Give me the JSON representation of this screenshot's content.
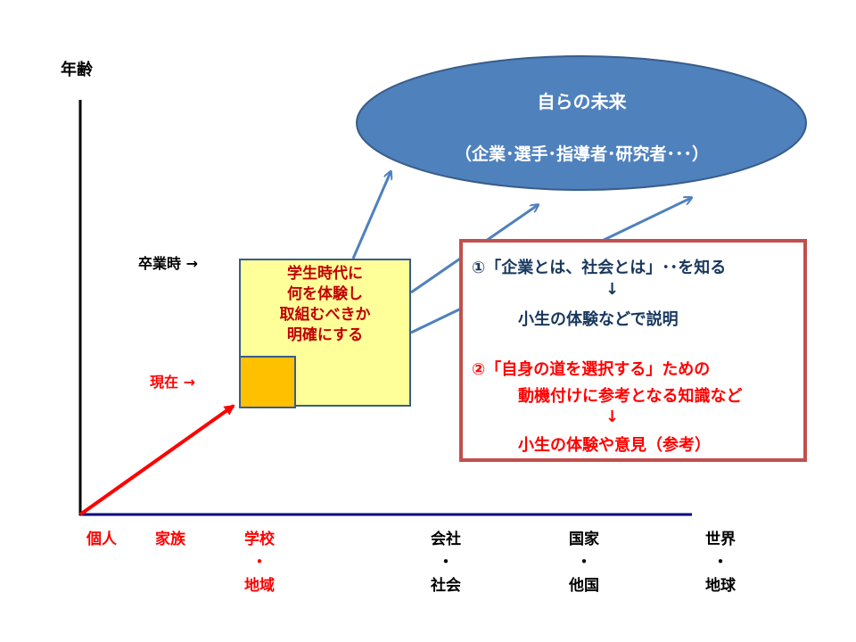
{
  "y_axis_title": "年齢",
  "markers": {
    "graduation": "卒業時 →",
    "present": "現在 →"
  },
  "future": {
    "title": "自らの未来",
    "subtitle": "（企業･選手･指導者･研究者･･･）"
  },
  "student_box": {
    "lines": [
      "学生時代に",
      "何を体験し",
      "取組むべきか",
      "明確にする"
    ]
  },
  "info_box": {
    "line1": "①「企業とは、社会とは」･･を知る",
    "arrow1": "↓",
    "line2": "小生の体験などで説明",
    "line3": "②「自身の道を選択する」ための",
    "line4": "動機付けに参考となる知識など",
    "arrow2": "↓",
    "line5": "小生の体験や意見（参考）"
  },
  "x_categories": [
    {
      "top": "個人",
      "sep": "",
      "bottom": ""
    },
    {
      "top": "家族",
      "sep": "",
      "bottom": ""
    },
    {
      "top": "学校",
      "sep": "・",
      "bottom": "地域"
    },
    {
      "top": "会社",
      "sep": "・",
      "bottom": "社会"
    },
    {
      "top": "国家",
      "sep": "・",
      "bottom": "他国"
    },
    {
      "top": "世界",
      "sep": "・",
      "bottom": "地球"
    }
  ],
  "colors": {
    "ellipse_fill": "#4f81bd",
    "ellipse_stroke": "#385d8a",
    "student_fill": "#ffff99",
    "now_fill": "#ffc000",
    "red_arrow": "#ff0000",
    "blue_arrow": "#4f81bd",
    "info_border": "#c0504d",
    "x_axis": "#000080",
    "navy_text": "#17375e",
    "red_text": "#ff0000"
  }
}
